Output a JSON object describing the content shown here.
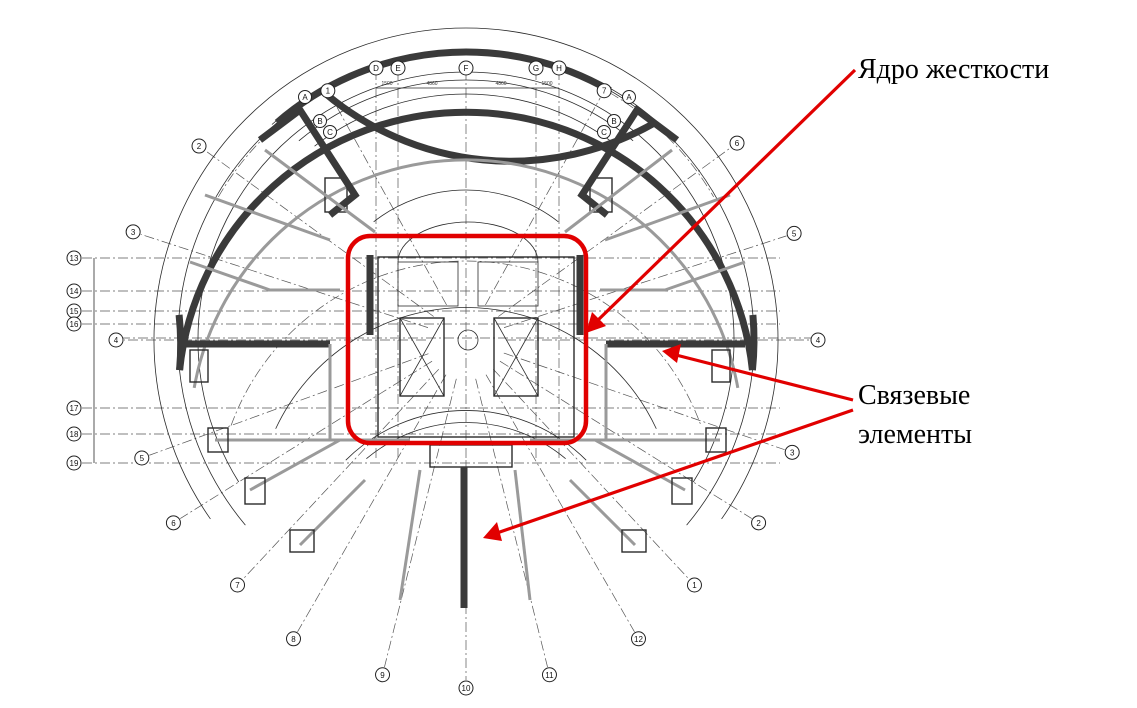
{
  "annotations": {
    "core_label": "Ядро жесткости",
    "bracing_label_line1": "Связевые",
    "bracing_label_line2": "элементы"
  },
  "axes": {
    "top": [
      "D",
      "E",
      "F",
      "G",
      "H"
    ],
    "radial_left": [
      "1",
      "2",
      "3",
      "4",
      "5",
      "6",
      "7",
      "8",
      "9"
    ],
    "radial_right": [
      "7",
      "6",
      "5",
      "4",
      "3",
      "2",
      "1",
      "12",
      "11"
    ],
    "radial_bottom": "10",
    "left_rows": [
      "13",
      "14",
      "15",
      "16",
      "17",
      "18",
      "19"
    ],
    "corner_left": [
      "A",
      "B",
      "C"
    ],
    "corner_right": [
      "A",
      "B",
      "C"
    ]
  },
  "dimensions": {
    "top": [
      "1500",
      "4860",
      "4860",
      "1500"
    ]
  },
  "colors": {
    "annotation": "#e10000",
    "linework": "#2a2a2a"
  }
}
